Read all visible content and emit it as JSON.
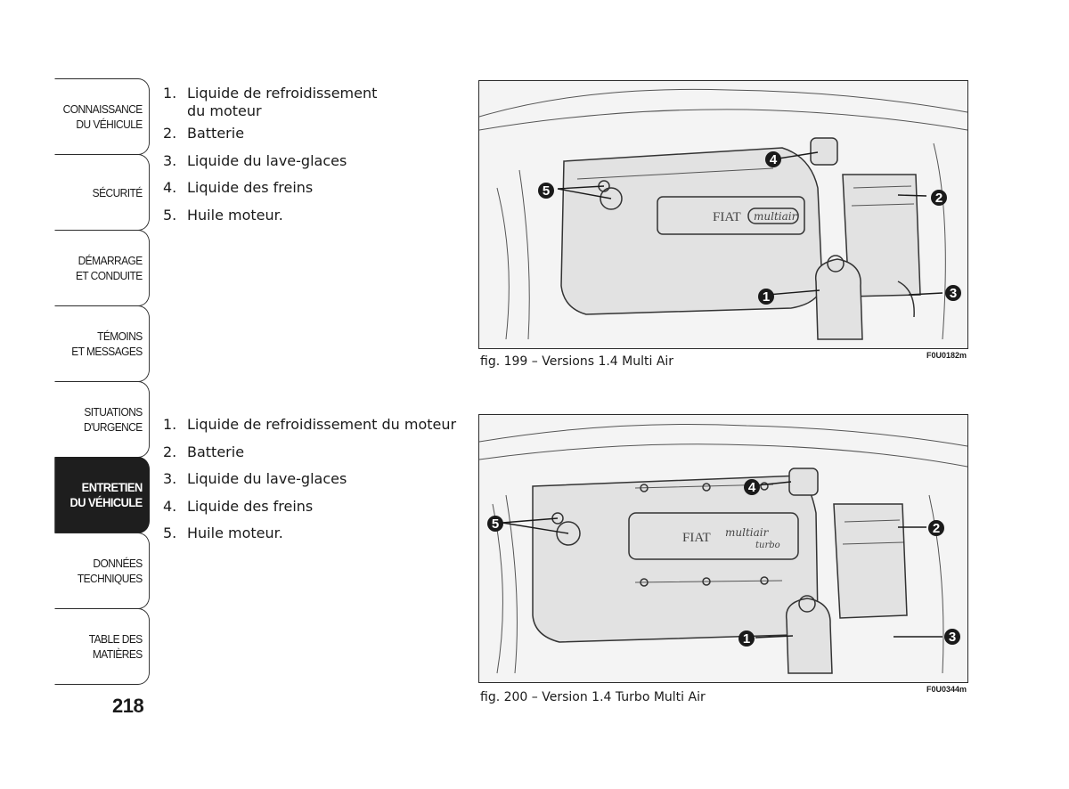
{
  "side_tabs": [
    {
      "label": "CONNAISSANCE\nDU VÉHICULE",
      "active": false
    },
    {
      "label": "SÉCURITÉ",
      "active": false
    },
    {
      "label": "DÉMARRAGE\nET CONDUITE",
      "active": false
    },
    {
      "label": "TÉMOINS\nET MESSAGES",
      "active": false
    },
    {
      "label": "SITUATIONS\nD'URGENCE",
      "active": false
    },
    {
      "label": "ENTRETIEN\nDU VÉHICULE",
      "active": true
    },
    {
      "label": "DONNÉES\nTECHNIQUES",
      "active": false
    },
    {
      "label": "TABLE DES MATIÈRES",
      "active": false
    }
  ],
  "page_number": "218",
  "section1": {
    "items": [
      {
        "num": "1.",
        "text": "Liquide de refroidissement\ndu moteur"
      },
      {
        "num": "2.",
        "text": "Batterie"
      },
      {
        "num": "3.",
        "text": "Liquide du lave-glaces"
      },
      {
        "num": "4.",
        "text": "Liquide des freins"
      },
      {
        "num": "5.",
        "text": "Huile moteur."
      }
    ],
    "figure": {
      "caption": "fig. 199 – Versions 1.4 Multi Air",
      "code": "F0U0182m",
      "brand": "FIAT",
      "badge": "multiair",
      "callouts": [
        "1",
        "2",
        "3",
        "4",
        "5"
      ]
    }
  },
  "section2": {
    "items": [
      {
        "num": "1.",
        "text": "Liquide de refroidissement du moteur"
      },
      {
        "num": "2.",
        "text": "Batterie"
      },
      {
        "num": "3.",
        "text": "Liquide du lave-glaces"
      },
      {
        "num": "4.",
        "text": "Liquide des freins"
      },
      {
        "num": "5.",
        "text": "Huile moteur."
      }
    ],
    "figure": {
      "caption": "fig. 200 – Version 1.4 Turbo Multi Air",
      "code": "F0U0344m",
      "brand": "FIAT",
      "badge": "multiair",
      "badge_sub": "turbo",
      "callouts": [
        "1",
        "2",
        "3",
        "4",
        "5"
      ]
    }
  },
  "colors": {
    "active_tab_bg": "#1e1e1e",
    "ink": "#1a1a1a"
  }
}
